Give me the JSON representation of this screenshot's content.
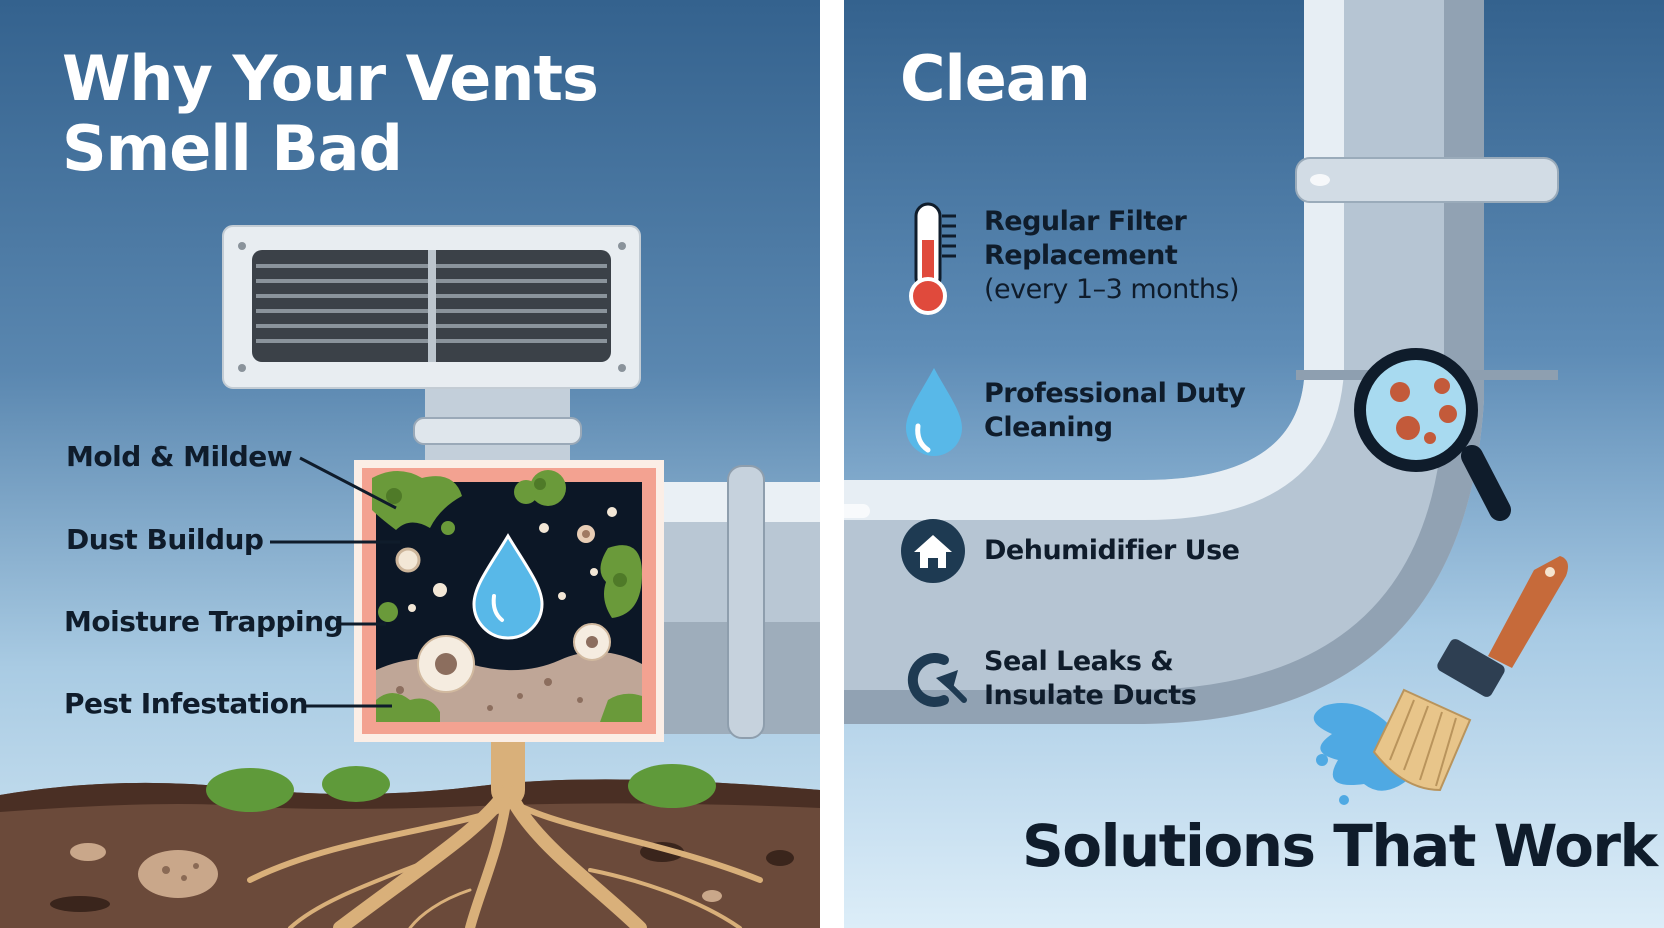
{
  "left_panel": {
    "title_line1": "Why Your Vents",
    "title_line2": "Smell Bad",
    "causes": [
      "Mold & Mildew",
      "Dust Buildup",
      "Moisture Trapping",
      "Pest Infestation"
    ]
  },
  "right_panel": {
    "title": "Clean",
    "solutions": [
      {
        "line1": "Regular Filter",
        "line2": "Replacement",
        "line3": "(every 1–3 months)",
        "icon": "thermometer-icon"
      },
      {
        "line1": "Professional Duty",
        "line2": "Cleaning",
        "line3": "",
        "icon": "water-drop-icon"
      },
      {
        "line1": "Dehumidifier Use",
        "line2": "",
        "line3": "",
        "icon": "home-icon"
      },
      {
        "line1": "Seal Leaks &",
        "line2": "Insulate Ducts",
        "line3": "",
        "icon": "seal-arrow-icon"
      }
    ],
    "bottom_title": "Solutions That Work"
  },
  "colors": {
    "sky_top": "#34628e",
    "sky_bottom": "#d2e7f4",
    "text_dark": "#0f1c2b",
    "mold_green": "#6a9a3a",
    "soil": "#6b4a3a",
    "water_blue": "#58b8e8",
    "thermo_red": "#e04a3c"
  }
}
